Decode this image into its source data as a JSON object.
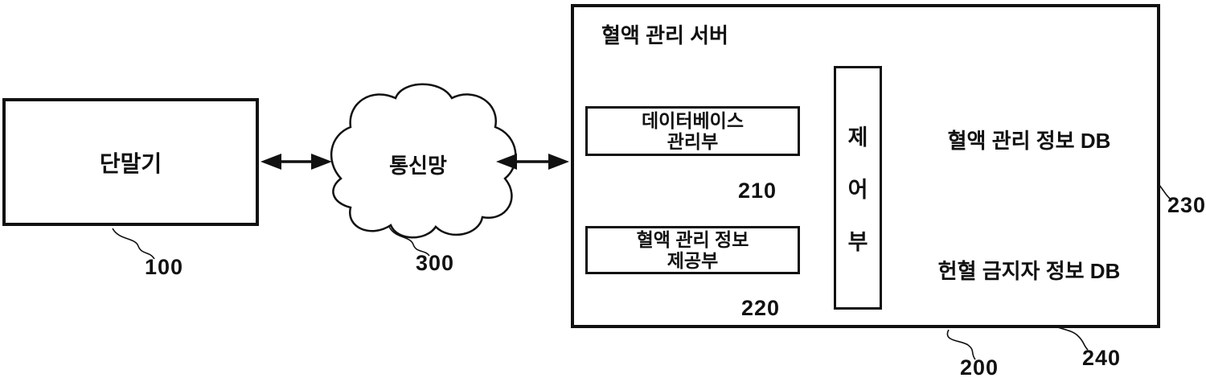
{
  "page": {
    "background": "#ffffff",
    "line_color": "#111111"
  },
  "terminal": {
    "label": "단말기",
    "ref": "100"
  },
  "network": {
    "label": "통신망",
    "ref": "300"
  },
  "server": {
    "title": "혈액 관리 서버",
    "ref": "200",
    "db_manager": {
      "line1": "데이터베이스",
      "line2": "관리부",
      "ref": "210"
    },
    "info_provider": {
      "line1": "혈액 관리 정보",
      "line2": "제공부",
      "ref": "220"
    },
    "controller": {
      "char1": "제",
      "char2": "어",
      "char3": "부"
    },
    "db1": {
      "label": "혈액 관리 정보 DB",
      "ref": "230"
    },
    "db2": {
      "label": "헌혈 금지자 정보 DB",
      "ref": "240"
    }
  }
}
